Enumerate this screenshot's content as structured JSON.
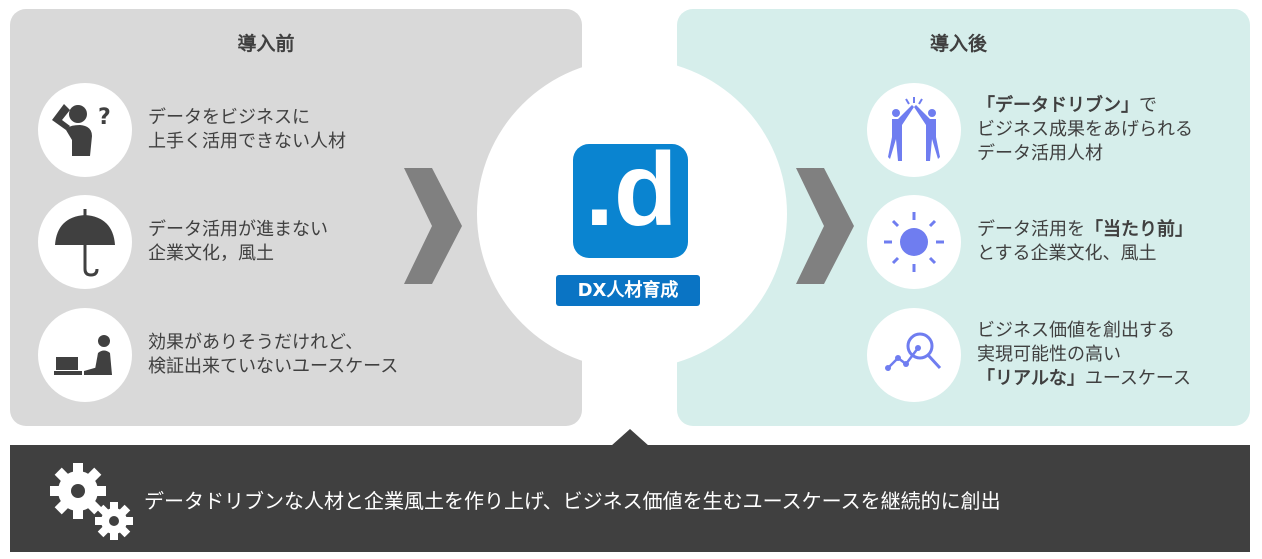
{
  "before": {
    "title": "導入前",
    "items": [
      {
        "icon": "confused-person-icon",
        "line1": "データをビジネスに",
        "line2": "上手く活用できない人材"
      },
      {
        "icon": "umbrella-icon",
        "line1": "データ活用が進まない",
        "line2": "企業文化，風土"
      },
      {
        "icon": "person-laptop-icon",
        "line1": "効果がありそうだけれど、",
        "line2": "検証出来ていないユースケース"
      }
    ]
  },
  "center": {
    "logo": ".d",
    "label": "DX人材育成",
    "brand_color": "#0a84d0"
  },
  "after": {
    "title": "導入後",
    "items": [
      {
        "icon": "high-five-icon",
        "bold1": "「データドリブン」",
        "rest1": "で",
        "line2": "ビジネス成果をあげられる",
        "line3": "データ活用人材"
      },
      {
        "icon": "sun-icon",
        "pre1": "データ活用を",
        "bold1": "「当たり前」",
        "line2": "とする企業文化、風土"
      },
      {
        "icon": "chart-magnifier-icon",
        "line1": "ビジネス価値を創出する",
        "line2": "実現可能性の高い",
        "bold3": "「リアルな」",
        "rest3": "ユースケース"
      }
    ]
  },
  "footer": {
    "icon": "gears-icon",
    "text": "データドリブンな人材と企業風土を作り上げ、ビジネス価値を生むユースケースを継続的に創出"
  }
}
